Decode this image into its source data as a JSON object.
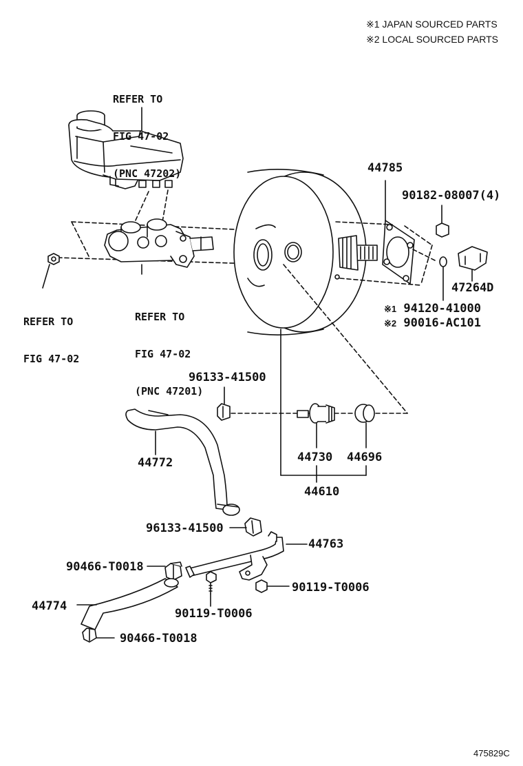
{
  "notes": [
    {
      "mark": "※1",
      "text": "JAPAN SOURCED PARTS"
    },
    {
      "mark": "※2",
      "text": "LOCAL SOURCED PARTS"
    }
  ],
  "refs": {
    "reservoir": [
      "REFER TO",
      "FIG 47-02",
      "(PNC 47202)"
    ],
    "master_cylinder": [
      "REFER TO",
      "FIG 47-02",
      "(PNC 47201)"
    ],
    "left_nut": [
      "REFER TO",
      "FIG 47-02"
    ]
  },
  "parts": {
    "p44785": "44785",
    "p90182": "90182-08007(4)",
    "p47264D": "47264D",
    "p94120": "94120-41000",
    "p90016": "90016-AC101",
    "p96133_top": "96133-41500",
    "p44772": "44772",
    "p44730": "44730",
    "p44696": "44696",
    "p44610": "44610",
    "p96133_mid": "96133-41500",
    "p44763": "44763",
    "p90466_top": "90466-T0018",
    "p90119_right": "90119-T0006",
    "p44774": "44774",
    "p90119_mid": "90119-T0006",
    "p90466_bottom": "90466-T0018"
  },
  "marks": {
    "m1": "※1",
    "m2": "※2"
  },
  "figure_code": "475829C",
  "colors": {
    "line": "#111111",
    "background": "#ffffff"
  }
}
